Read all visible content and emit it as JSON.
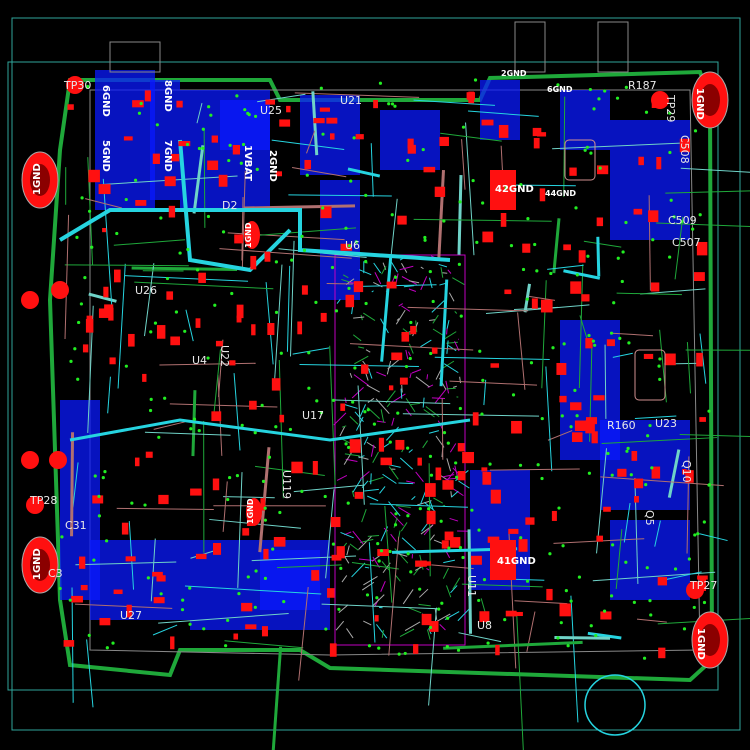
{
  "board": {
    "colors": {
      "background": "#000000",
      "outline": "#2fa59a",
      "ground_trace": "#1fa83a",
      "top_copper": "#0a1aff",
      "pad_red": "#ff1010",
      "pad_dark": "#8b0000",
      "cyan_trace": "#26d4e0",
      "via_green": "#22ee22",
      "magenta": "#c000c0",
      "silk": "#e8e8e8"
    },
    "corner_pads": [
      {
        "id": "pad-top-left",
        "label": "1GND"
      },
      {
        "id": "pad-top-right",
        "label": "1GND"
      },
      {
        "id": "pad-bottom-left",
        "label": "1GND"
      },
      {
        "id": "pad-bottom-right",
        "label": "1GND"
      }
    ],
    "small_pads": [
      {
        "id": "pad-mid-1",
        "label": "1GND"
      },
      {
        "id": "pad-mid-2",
        "label": "1GND"
      }
    ],
    "test_points": [
      "TP30",
      "TP28",
      "TP29",
      "TP27"
    ],
    "components": [
      "U25",
      "U21",
      "U26",
      "U6",
      "U4",
      "U22",
      "U23",
      "U17",
      "U27",
      "U8",
      "U11",
      "R187",
      "R160",
      "C508",
      "C509",
      "C507",
      "C3",
      "Q10",
      "Q5",
      "D2",
      "U119",
      "C31"
    ],
    "pad_labels": [
      "5GND",
      "6GND",
      "7GND",
      "8GND",
      "1VBAT",
      "2GND",
      "42GND",
      "41GND",
      "44GND",
      "6GND",
      "2GND"
    ]
  }
}
